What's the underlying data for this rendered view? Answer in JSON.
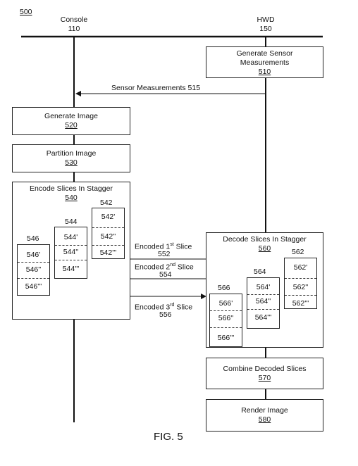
{
  "figure_number": "500",
  "console": {
    "name": "Console",
    "ref": "110"
  },
  "hwd": {
    "name": "HWD",
    "ref": "150"
  },
  "boxes": {
    "b510": {
      "line1": "Generate Sensor",
      "line2": "Measurements",
      "ref": "510"
    },
    "b520": {
      "line1": "Generate Image",
      "ref": "520"
    },
    "b530": {
      "line1": "Partition Image",
      "ref": "530"
    },
    "b540": {
      "line1": "Encode Slices In Stagger",
      "ref": "540"
    },
    "b560": {
      "line1": "Decode Slices In Stagger",
      "ref": "560"
    },
    "b570": {
      "line1": "Combine Decoded Slices",
      "ref": "570"
    },
    "b580": {
      "line1": "Render Image",
      "ref": "580"
    }
  },
  "arrows": {
    "a515": "Sensor Measurements 515",
    "a552": {
      "pre": "Encoded 1",
      "sup": "st",
      "post": " Slice",
      "ref": "552"
    },
    "a554": {
      "pre": "Encoded 2",
      "sup": "nd",
      "post": " Slice",
      "ref": "554"
    },
    "a556": {
      "pre": "Encoded 3",
      "sup": "rd",
      "post": " Slice",
      "ref": "556"
    }
  },
  "slices": {
    "s542": {
      "tag": "542",
      "c1": "542'",
      "c2": "542''",
      "c3": "542'''"
    },
    "s544": {
      "tag": "544",
      "c1": "544'",
      "c2": "544''",
      "c3": "544'''"
    },
    "s546": {
      "tag": "546",
      "c1": "546'",
      "c2": "546''",
      "c3": "546'''"
    },
    "s562": {
      "tag": "562",
      "c1": "562'",
      "c2": "562''",
      "c3": "562'''"
    },
    "s564": {
      "tag": "564",
      "c1": "564'",
      "c2": "564''",
      "c3": "564'''"
    },
    "s566": {
      "tag": "566",
      "c1": "566'",
      "c2": "566''",
      "c3": "566'''"
    }
  },
  "caption": "FIG. 5"
}
